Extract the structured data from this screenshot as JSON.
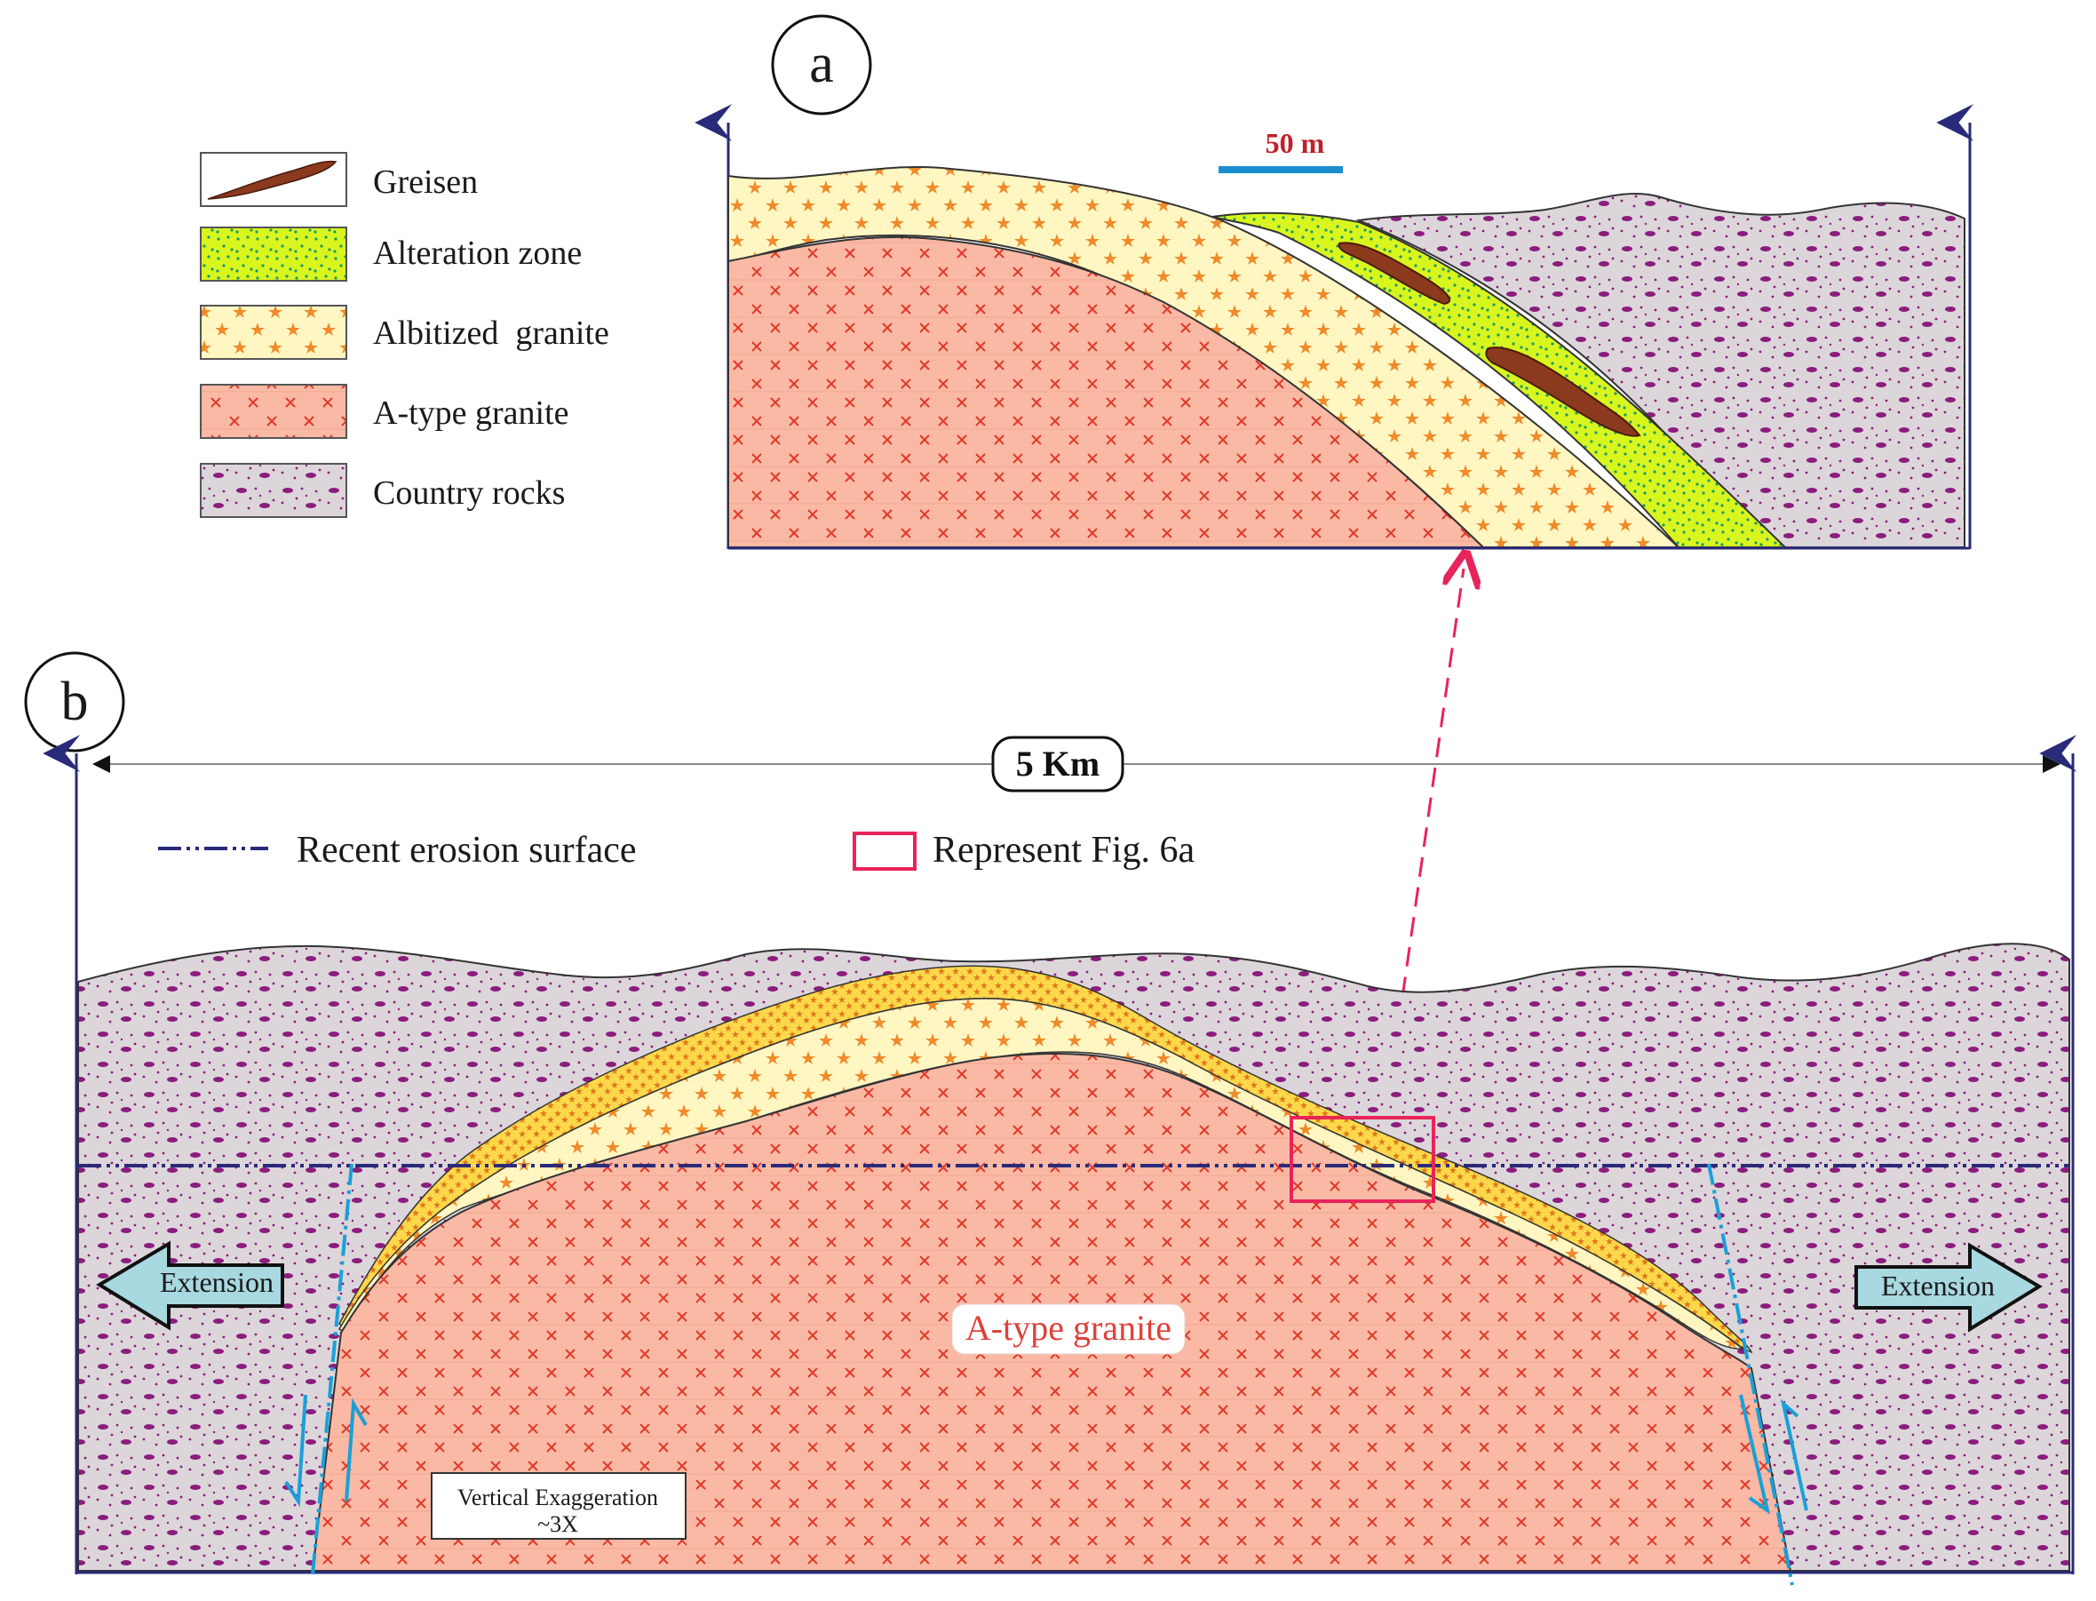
{
  "panel_a": {
    "label": "a",
    "scale_bar_label": "50 m"
  },
  "legend": {
    "items": [
      {
        "key": "greisen",
        "label": "Greisen"
      },
      {
        "key": "alteration",
        "label": "Alteration zone"
      },
      {
        "key": "albitized",
        "label": "Albitized  granite"
      },
      {
        "key": "atype",
        "label": "A-type granite"
      },
      {
        "key": "country",
        "label": "Country rocks"
      }
    ]
  },
  "panel_b": {
    "label": "b",
    "width_label": "5 Km",
    "erosion_legend": "Recent erosion surface",
    "box_legend": "Represent Fig. 6a",
    "left_arrow": "Extension",
    "right_arrow": "Extension",
    "granite_label": "A-type granite",
    "exaggeration_line1": "Vertical Exaggeration",
    "exaggeration_line2": "~3X"
  },
  "colors": {
    "outline": "#2a2a7a",
    "country_fill": "#dcd6db",
    "country_dot": "#8b1d7d",
    "granite_fill": "#f9b9a5",
    "granite_cross": "#e03a2a",
    "albite_fill": "#fff6c2",
    "albite_star": "#f08a2a",
    "alteration_fill": "#d9f51e",
    "alteration_dot": "#1a9a6a",
    "greisen_fill": "#8b3a1e",
    "fault": "#1aa0d8",
    "highlight": "#e8245a",
    "scale_bar": "#1a8fd0",
    "scale_text": "#c0202a",
    "arrow_fill": "#a8d8e0"
  }
}
